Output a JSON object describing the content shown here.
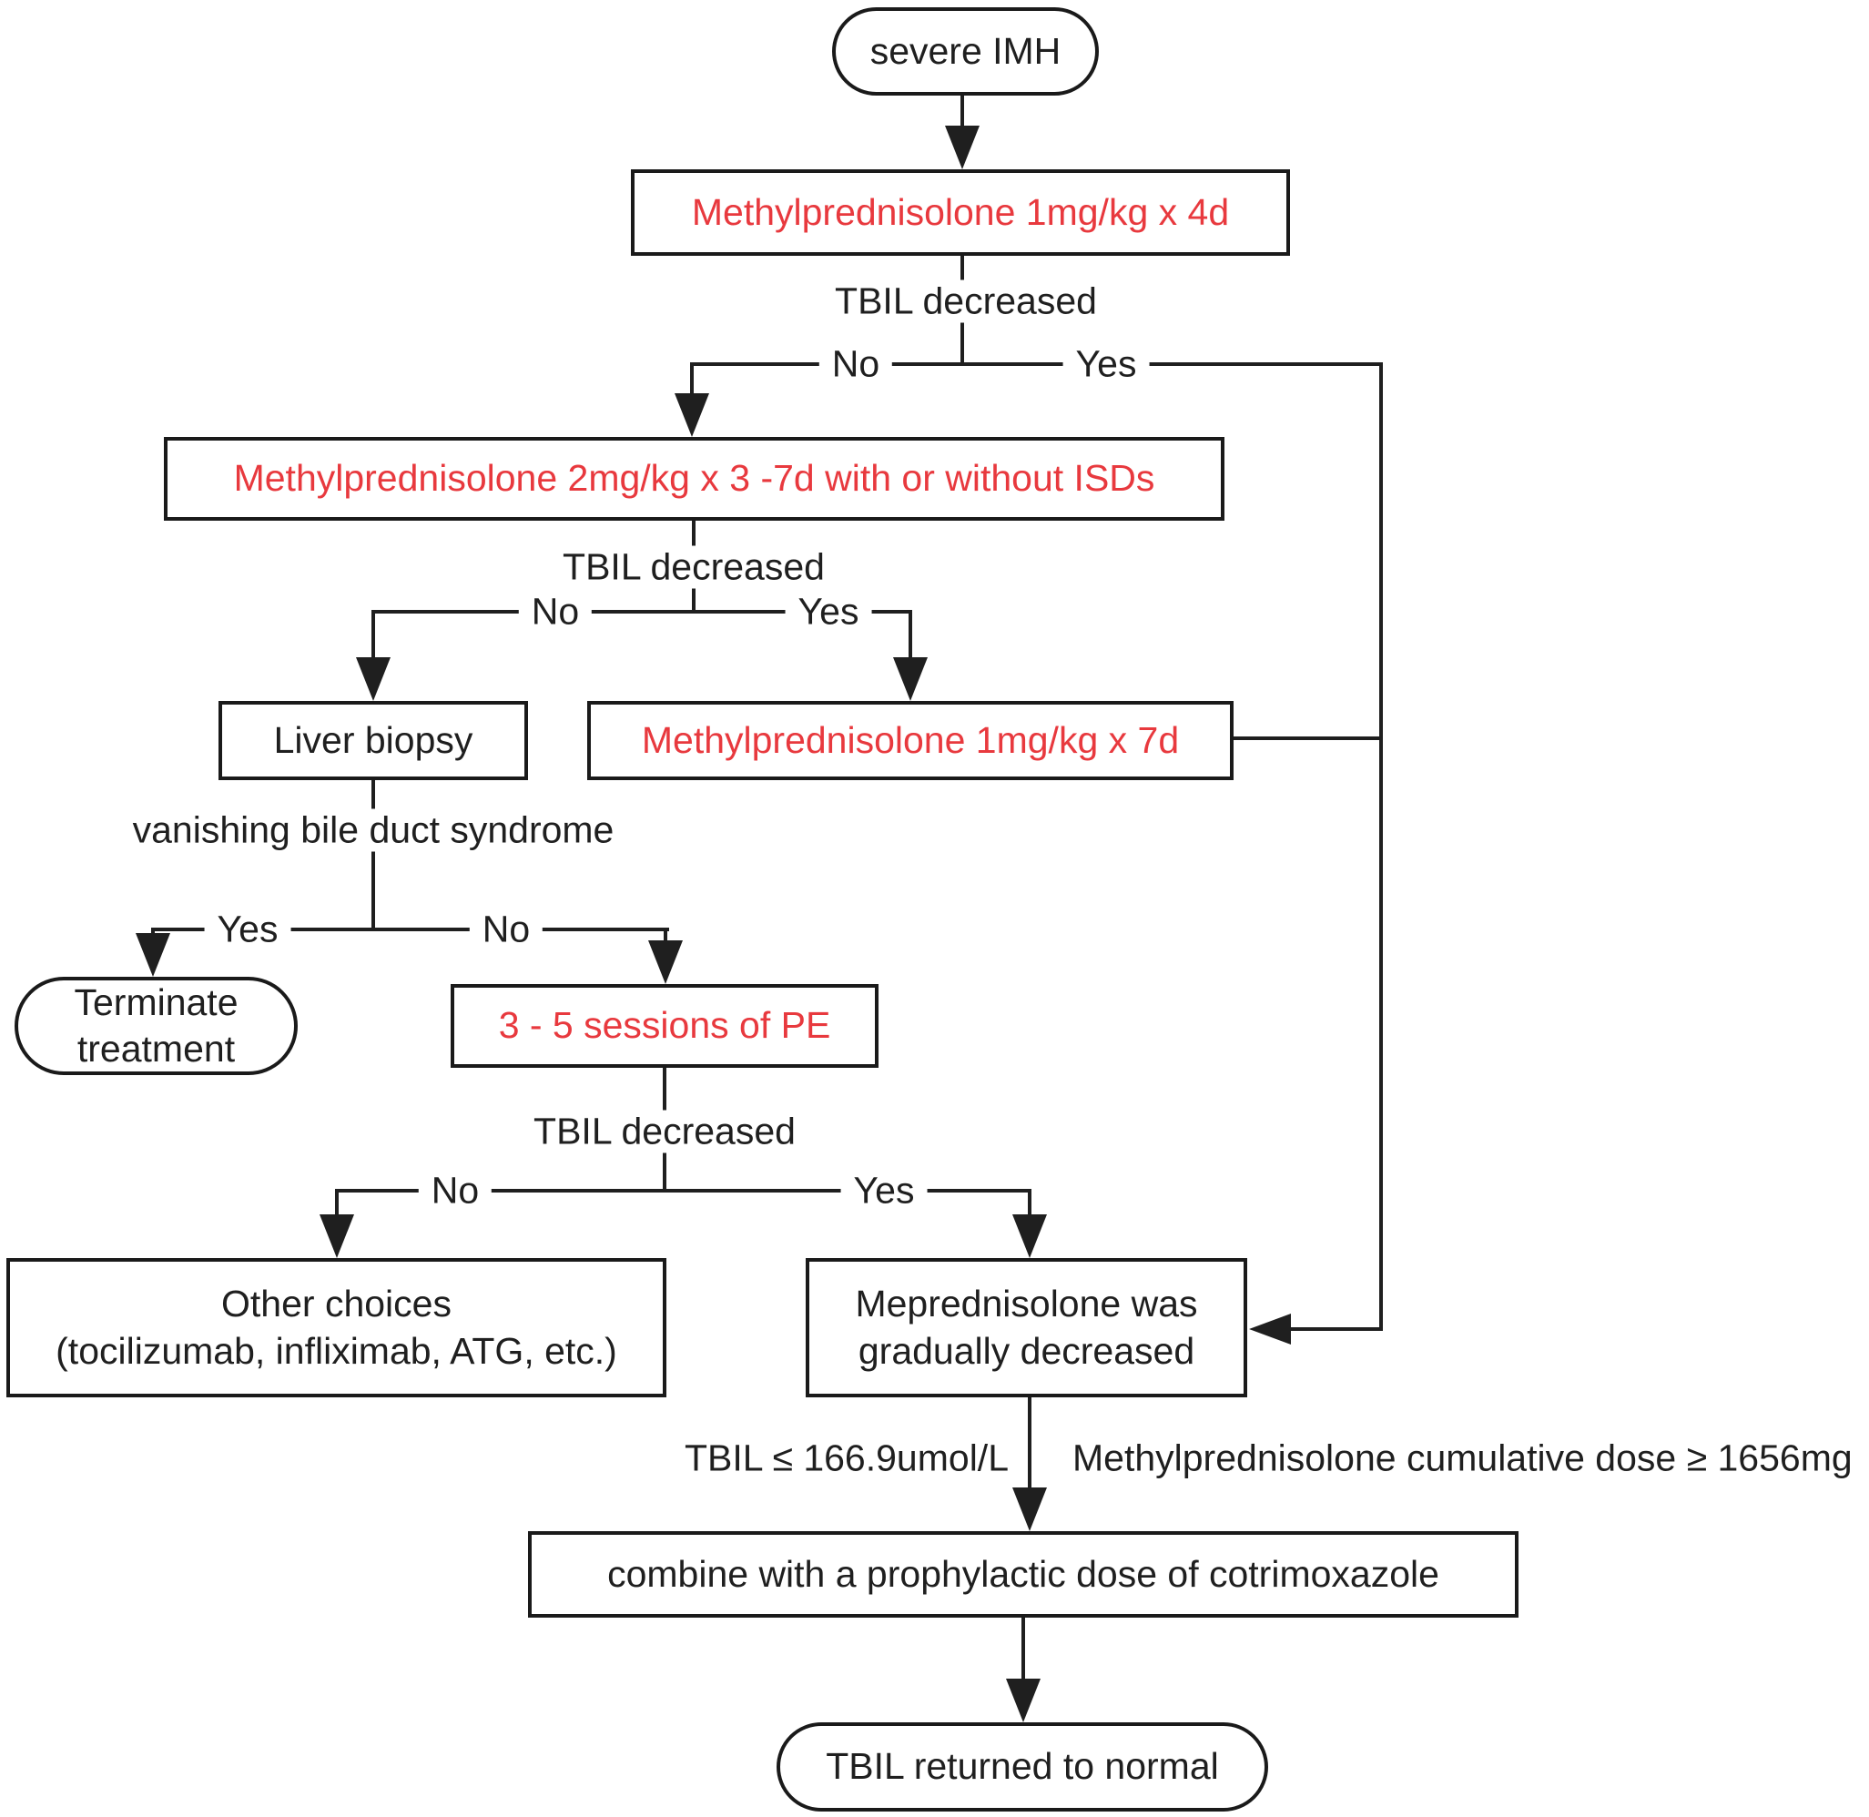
{
  "colors": {
    "red_text": "#e8393e",
    "line_and_border": "#1f1f1f",
    "background": "#ffffff"
  },
  "flowchart": {
    "start": "severe IMH",
    "step1": "Methylprednisolone 1mg/kg x 4d",
    "decision1": {
      "label": "TBIL decreased",
      "no": "No",
      "yes": "Yes"
    },
    "step2": "Methylprednisolone 2mg/kg x 3 -7d with or without ISDs",
    "decision2": {
      "label": "TBIL decreased",
      "no": "No",
      "yes": "Yes"
    },
    "liver_biopsy": "Liver biopsy",
    "step3": "Methylprednisolone 1mg/kg x 7d",
    "decision3": {
      "label": "vanishing bile duct syndrome",
      "yes": "Yes",
      "no": "No"
    },
    "terminate": {
      "line1": "Terminate",
      "line2": "treatment"
    },
    "pe": "3 - 5 sessions of PE",
    "decision4": {
      "label": "TBIL decreased",
      "no": "No",
      "yes": "Yes"
    },
    "other_choices": {
      "line1": "Other choices",
      "line2": "(tocilizumab, infliximab, ATG, etc.)"
    },
    "taper": {
      "line1": "Meprednisolone was",
      "line2": "gradually decreased"
    },
    "condition_left": "TBIL ≤ 166.9umol/L",
    "condition_right": "Methylprednisolone cumulative dose ≥ 1656mg",
    "cotrimoxazole": "combine with a prophylactic dose of cotrimoxazole",
    "end": "TBIL returned to normal"
  }
}
